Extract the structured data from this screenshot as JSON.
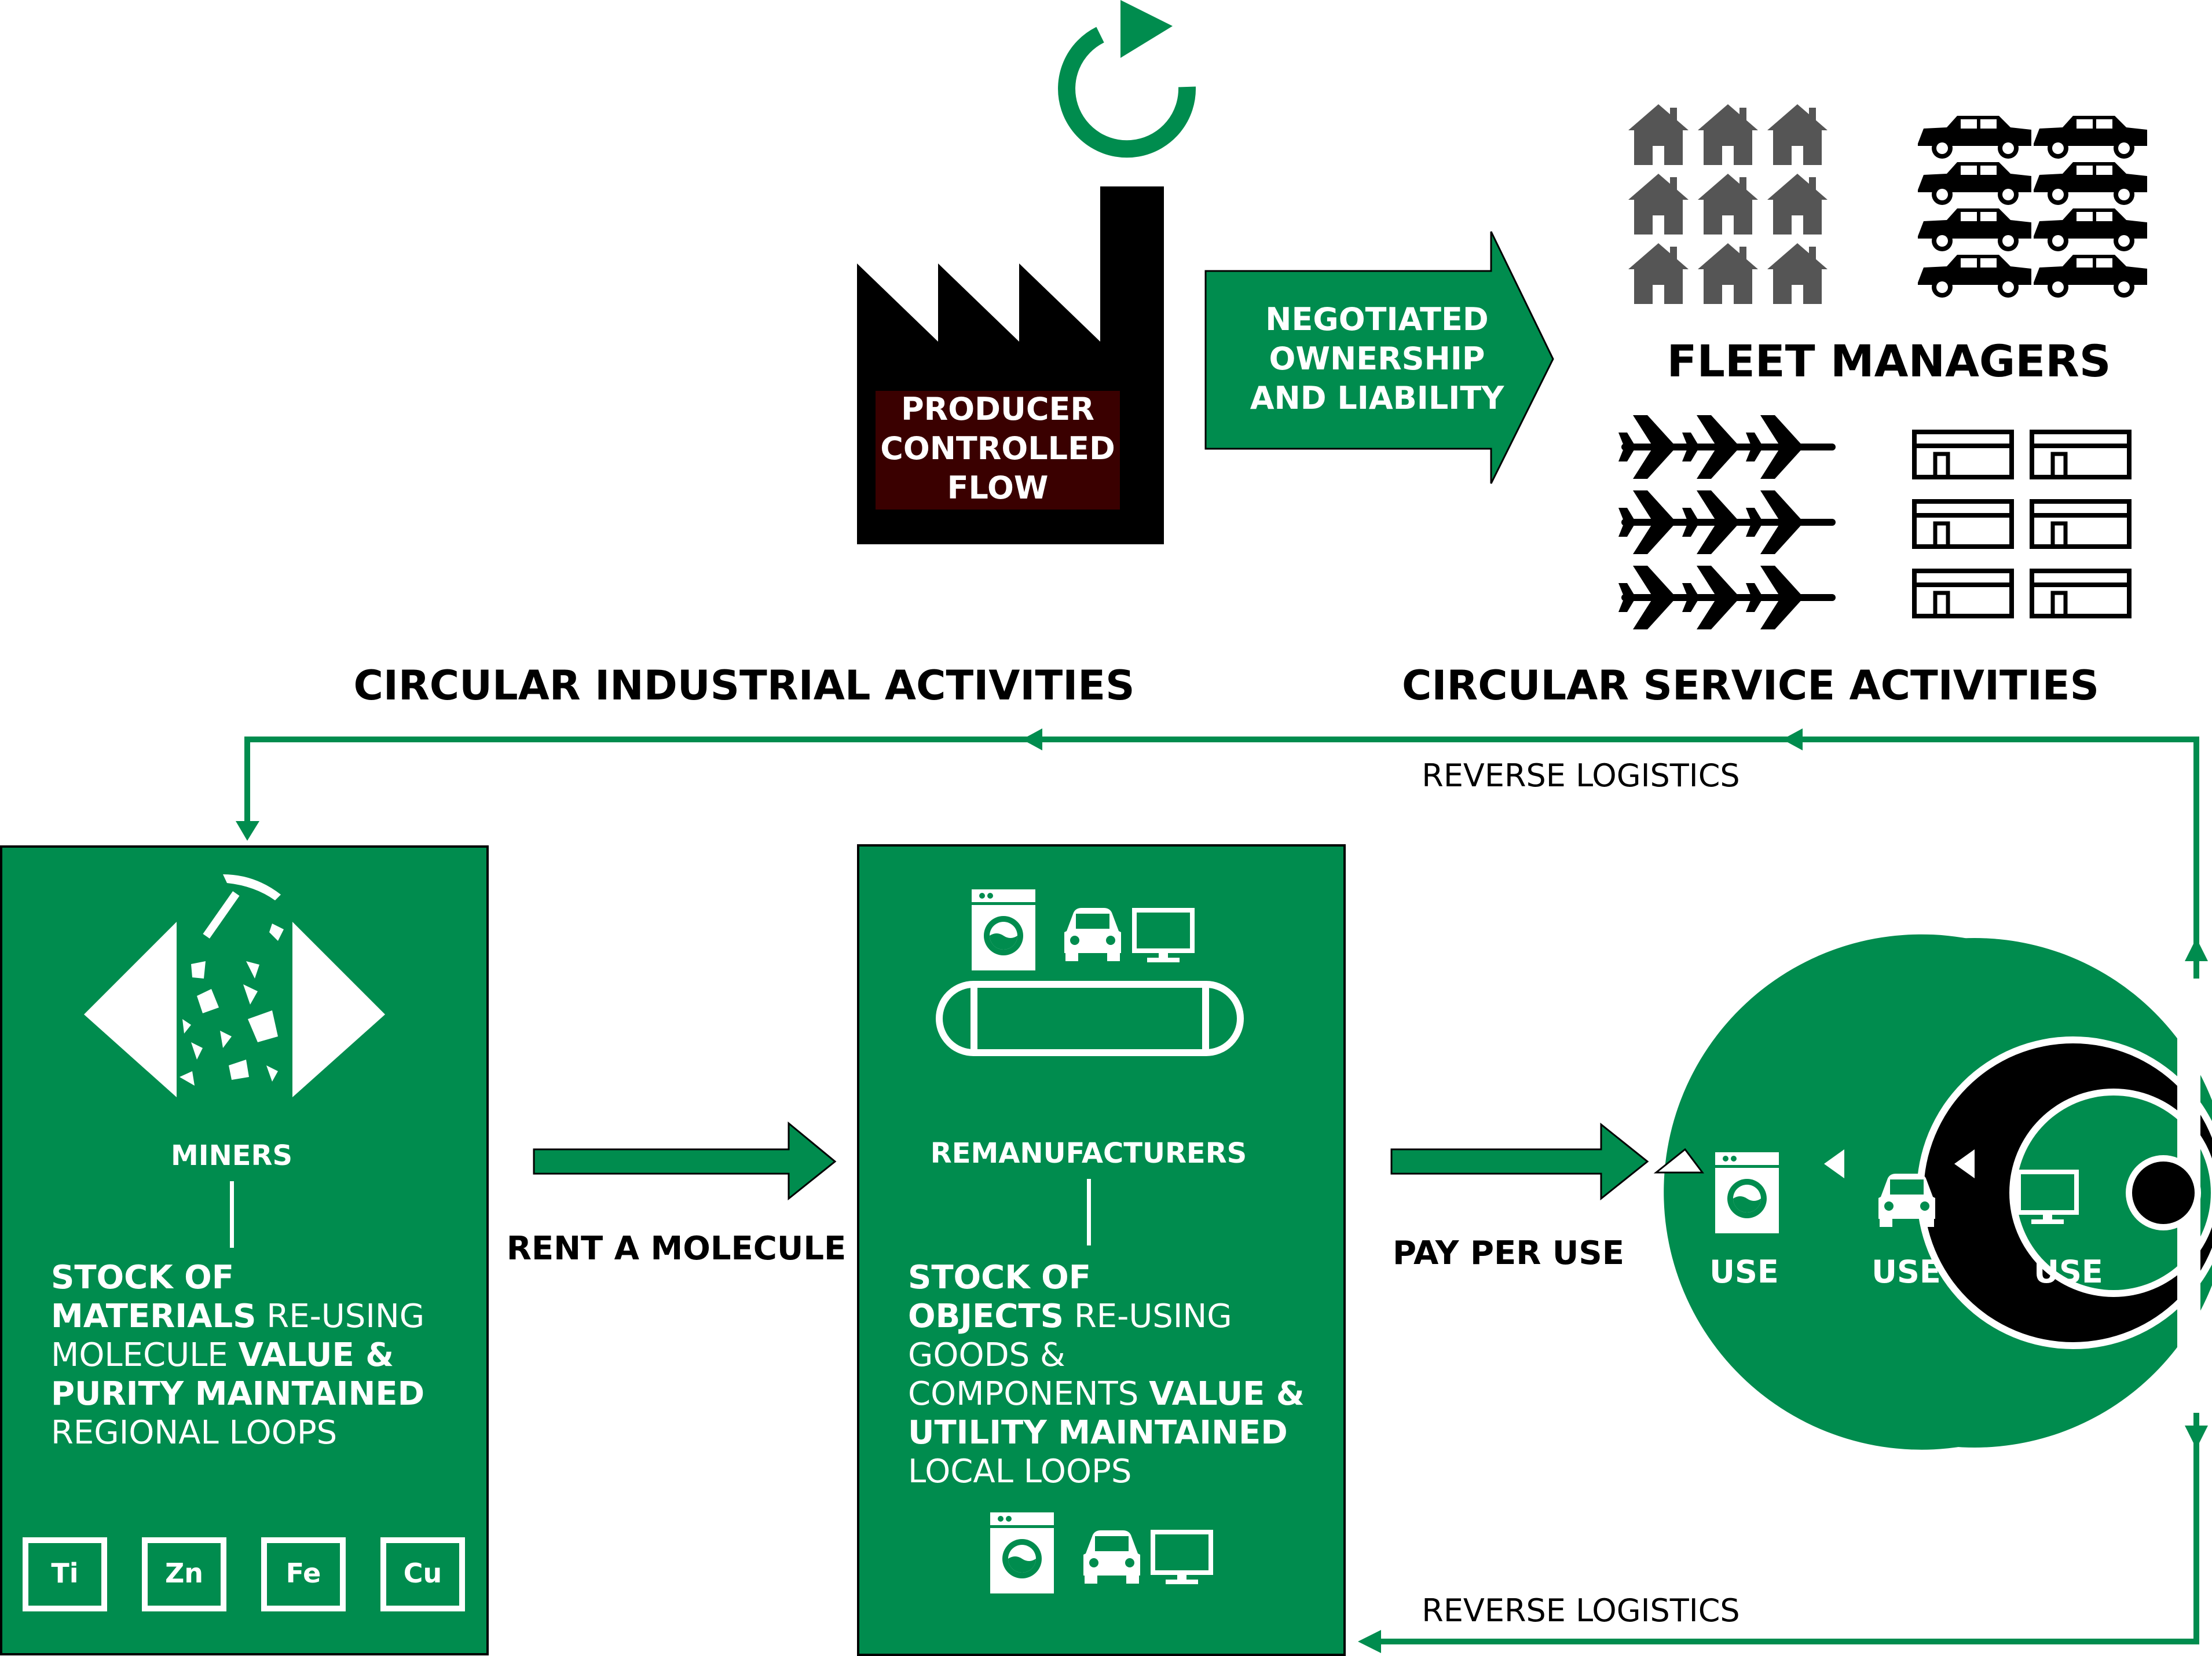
{
  "colors": {
    "green": "#008C4E",
    "black": "#000000",
    "white": "#ffffff",
    "producer_box": "#3A0000",
    "icon_grey": "#555555"
  },
  "producer": {
    "line1": "PRODUCER",
    "line2": "CONTROLLED",
    "line3": "FLOW"
  },
  "negotiated_arrow": {
    "line1": "NEGOTIATED",
    "line2": "OWNERSHIP",
    "line3": "AND LIABILITY"
  },
  "fleet_managers": "FLEET MANAGERS",
  "headings": {
    "industrial": "CIRCULAR INDUSTRIAL ACTIVITIES",
    "service": "CIRCULAR SERVICE ACTIVITIES"
  },
  "reverse_logistics_top": "REVERSE LOGISTICS",
  "reverse_logistics_bottom": "REVERSE LOGISTICS",
  "miners": {
    "title": "MINERS",
    "line1": "STOCK OF",
    "line2_bold": "MATERIALS",
    "line2_reg": " RE-USING",
    "line3_reg": "MOLECULE ",
    "line3_bold": "VALUE &",
    "line4": "PURITY MAINTAINED",
    "line5": "REGIONAL LOOPS",
    "elements": [
      "Ti",
      "Zn",
      "Fe",
      "Cu"
    ]
  },
  "rent_label": "RENT A MOLECULE",
  "remanufacturers": {
    "title": "REMANUFACTURERS",
    "line1": "STOCK OF",
    "line2_bold": "OBJECTS",
    "line2_reg": " RE-USING",
    "line3": "GOODS &",
    "line4_reg": "COMPONENTS ",
    "line4_bold": "VALUE &",
    "line5": "UTILITY MAINTAINED",
    "line6": "LOCAL LOOPS"
  },
  "pay_label": "PAY PER USE",
  "use_labels": [
    "USE",
    "USE",
    "USE"
  ],
  "icons": [
    "refresh-icon",
    "factory-icon",
    "house-icon",
    "car-icon",
    "airplane-icon",
    "building-icon",
    "pickaxe-icon",
    "rock-icon",
    "washing-machine-icon",
    "monitor-icon",
    "conveyor-belt-icon"
  ]
}
